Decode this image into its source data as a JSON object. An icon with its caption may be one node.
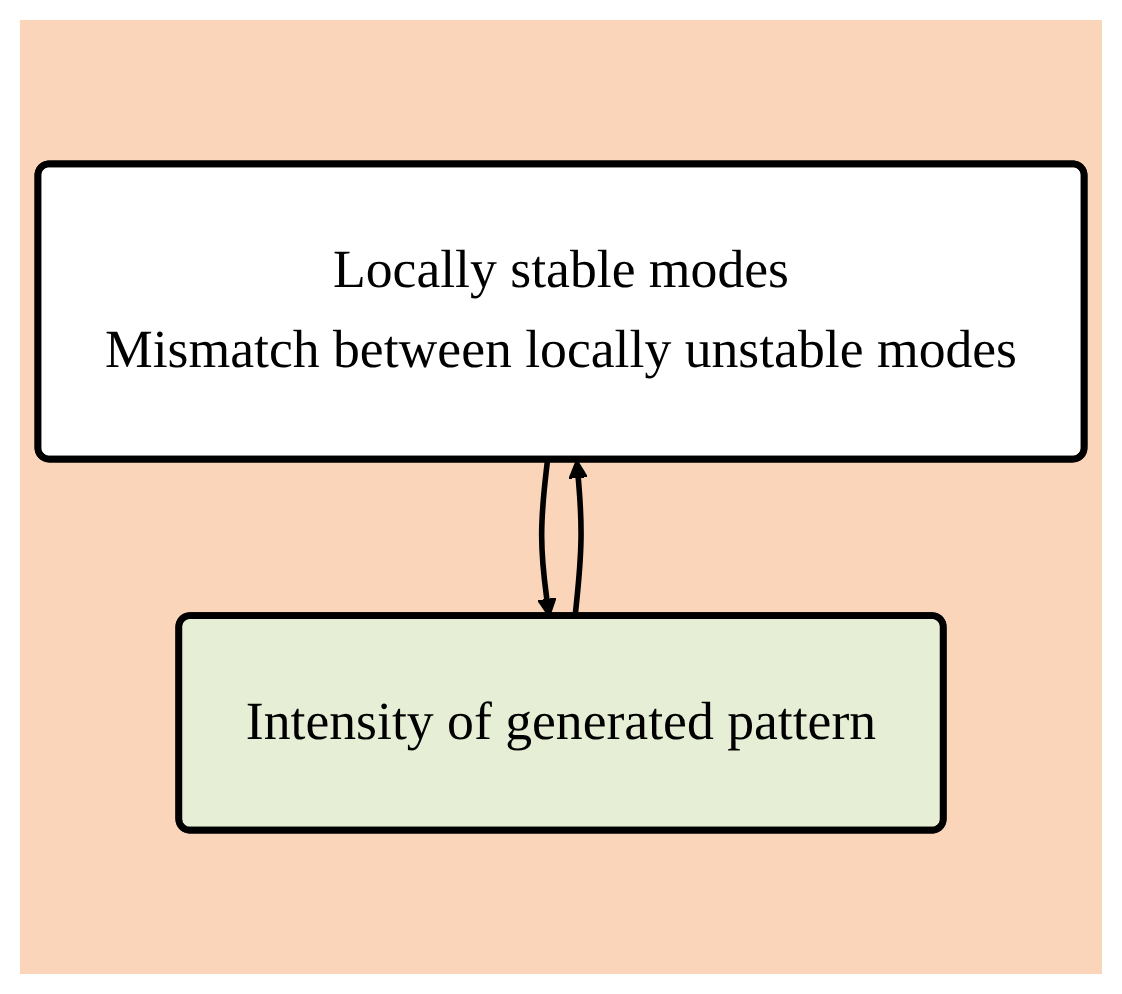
{
  "diagram": {
    "nodes": [
      {
        "text": [
          "Locally stable modes",
          "Mismatch between locally unstable modes"
        ]
      },
      {
        "text": [
          "Intensity of generated pattern"
        ]
      }
    ],
    "edges": [
      {
        "from": 0,
        "to": 1,
        "arrow": "to"
      },
      {
        "from": 1,
        "to": 0,
        "arrow": "to"
      }
    ]
  }
}
